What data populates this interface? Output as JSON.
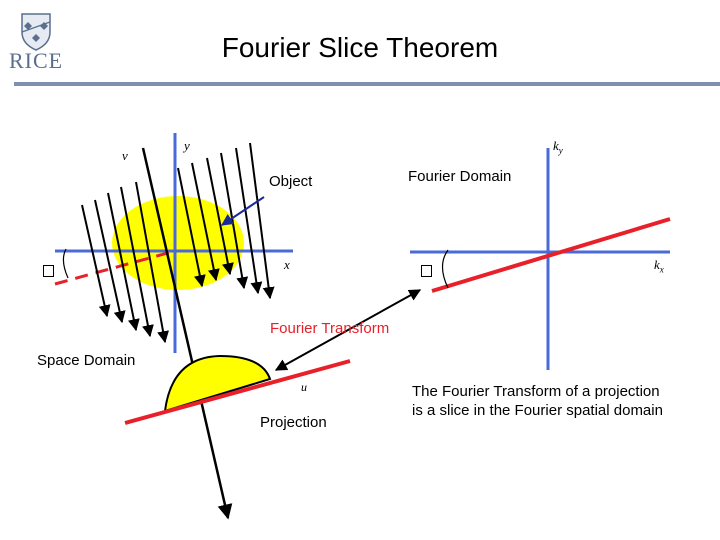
{
  "slide": {
    "title": "Fourier Slice Theorem",
    "logo_text": "RICE"
  },
  "space_domain": {
    "axis_y_label": "y",
    "axis_x_label": "x",
    "rotated_axis_label": "v",
    "projection_axis_label": "u",
    "object_label": "Object",
    "projection_label": "Projection",
    "domain_label": "Space Domain"
  },
  "fourier_domain": {
    "axis_ky_label": "k",
    "axis_ky_sub": "y",
    "axis_kx_label": "k",
    "axis_kx_sub": "x",
    "domain_label": "Fourier Domain"
  },
  "transform_label": "Fourier Transform",
  "caption": {
    "line1": "The Fourier Transform of a projection",
    "line2": "is a slice in the Fourier spatial domain"
  },
  "colors": {
    "axis": "#4a6ad8",
    "slice": "#e8202a",
    "object": "#ffff00",
    "arrow": "#1a2a9a",
    "title_rule": "#7f8fb0"
  }
}
